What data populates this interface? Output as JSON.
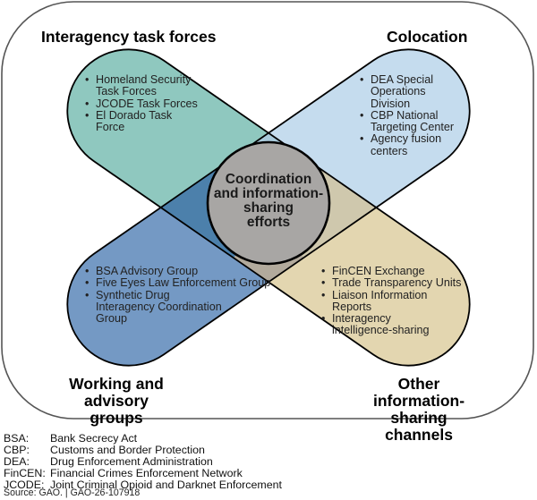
{
  "colors": {
    "interagency_task_forces": "#8fc8bf",
    "colocation": "#c5dcee",
    "working_and_advisory_groups": "#7499c4",
    "other_information_sharing_channels": "#e3d6b0",
    "overlap_top": "#a9cadb",
    "overlap_left": "#4c80ab",
    "overlap_right": "#cfc8ad",
    "overlap_bottom": "#b2aa9c",
    "center_circle": "#a8a6a4",
    "frame_border": "#555555"
  },
  "center": {
    "label": "Coordination and information-sharing efforts",
    "lines": [
      "Coordination",
      "and information-",
      "sharing",
      "efforts"
    ]
  },
  "categories": {
    "interagency_task_forces": {
      "title": "Interagency task forces",
      "items": [
        "Homeland Security Task Forces",
        "JCODE Task Forces",
        "El Dorado Task Force"
      ]
    },
    "colocation": {
      "title": "Colocation",
      "items": [
        "DEA Special Operations Division",
        "CBP National Targeting Center",
        "Agency fusion centers"
      ]
    },
    "working_and_advisory_groups": {
      "title_lines": [
        "Working and",
        "advisory groups"
      ],
      "items": [
        "BSA Advisory Group",
        "Five Eyes Law Enforcement Group",
        "Synthetic Drug Interagency Coordination Group"
      ]
    },
    "other_information_sharing_channels": {
      "title_lines": [
        "Other information-",
        "sharing channels"
      ],
      "items": [
        "FinCEN Exchange",
        "Trade Transparency Units",
        "Liaison Information Reports",
        "Interagency intelligence-sharing"
      ]
    }
  },
  "legend": [
    {
      "abbr": "BSA:",
      "meaning": "Bank Secrecy Act"
    },
    {
      "abbr": "CBP:",
      "meaning": "Customs and Border Protection"
    },
    {
      "abbr": "DEA:",
      "meaning": "Drug Enforcement Administration"
    },
    {
      "abbr": "FinCEN:",
      "meaning": "Financial Crimes Enforcement Network"
    },
    {
      "abbr": "JCODE:",
      "meaning": "Joint Criminal Opioid and Darknet Enforcement"
    }
  ],
  "source": "Source: GAO.  |  GAO-26-107918"
}
